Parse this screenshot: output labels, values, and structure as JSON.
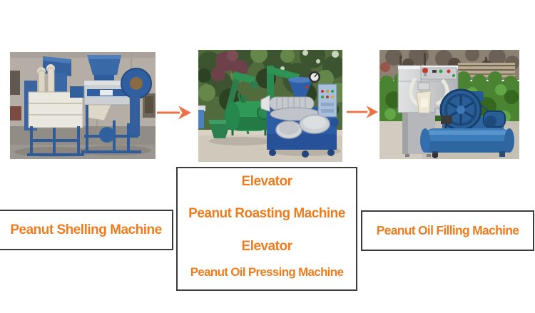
{
  "colors": {
    "background": "#FFFFFF",
    "label_text": "#EF7D1F",
    "arrow": "#ED7243",
    "box_border": "#3C3C3C"
  },
  "photos": [
    {
      "name": "shelling-machines-photo",
      "description": "Two blue peanut shelling machines inside a workshop"
    },
    {
      "name": "roasting-pressing-machines-photo",
      "description": "Green peanut roasting machine with elevator and blue oil press machine outdoors"
    },
    {
      "name": "filling-machine-photo",
      "description": "Stainless steel peanut oil filling machine with blue air compressor"
    }
  ],
  "labels": {
    "shelling_box": "Peanut Shelling Machine",
    "middle_box_lines": [
      "Elevator",
      "Peanut Roasting Machine",
      "Elevator",
      "Peanut Oil Pressing Machine"
    ],
    "filling_box": "Peanut Oil Filling Machine"
  }
}
